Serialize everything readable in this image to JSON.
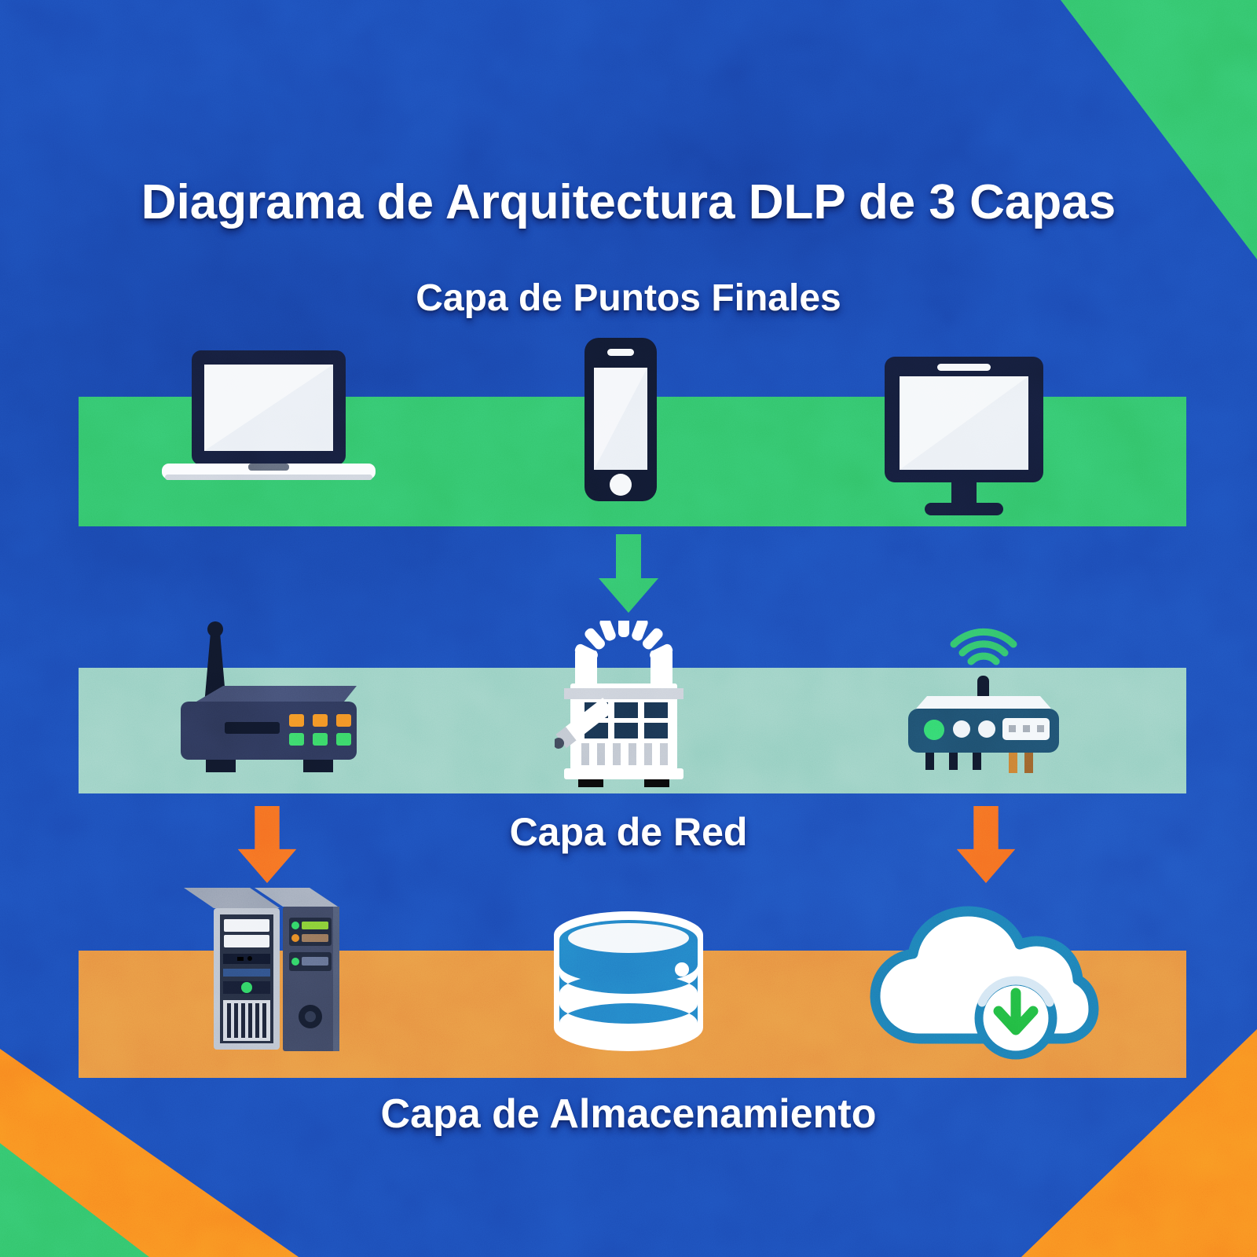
{
  "title": "Diagrama de Arquitectura DLP de 3 Capas",
  "layers": [
    {
      "id": "endpoints",
      "label": "Capa de Puntos Finales",
      "label_position": "above-band",
      "band_color": "#2fbe63",
      "devices": [
        {
          "icon": "laptop-icon"
        },
        {
          "icon": "smartphone-icon"
        },
        {
          "icon": "desktop-monitor-icon"
        }
      ]
    },
    {
      "id": "network",
      "label": "Capa de Red",
      "label_position": "below-band",
      "band_color": "#8fcbbd",
      "devices": [
        {
          "icon": "router-icon"
        },
        {
          "icon": "firewall-gateway-icon"
        },
        {
          "icon": "wireless-access-point-icon"
        }
      ]
    },
    {
      "id": "storage",
      "label": "Capa de Almacenamiento",
      "label_position": "below-band",
      "band_color": "#e5893d",
      "devices": [
        {
          "icon": "server-towers-icon"
        },
        {
          "icon": "database-icon"
        },
        {
          "icon": "cloud-download-icon"
        }
      ]
    }
  ],
  "arrows": [
    {
      "id": "endpoints-to-network",
      "direction": "down",
      "color": "#2fbe63"
    },
    {
      "id": "network-to-storage-left",
      "direction": "down",
      "color": "#f4661f"
    },
    {
      "id": "network-to-storage-right",
      "direction": "down",
      "color": "#f4661f"
    }
  ],
  "colors": {
    "background_blue": "#1a47b0",
    "corner_green": "#2fbe63",
    "corner_orange": "#f8821e",
    "band_green": "#2fbe63",
    "band_teal": "#8fcbbd",
    "band_orange": "#e5893d",
    "arrow_orange": "#f4661f",
    "text": "#ffffff"
  }
}
